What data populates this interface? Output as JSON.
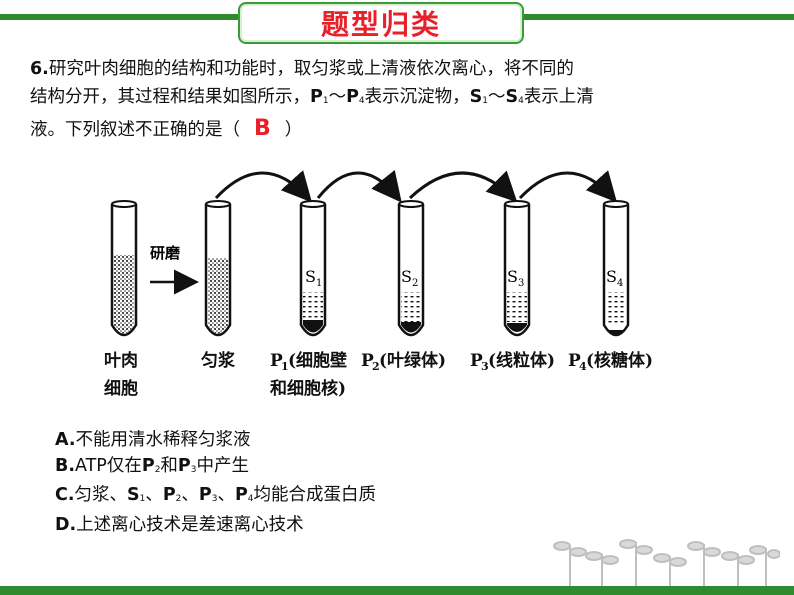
{
  "header": {
    "title": "题型归类"
  },
  "question": {
    "number": "6.",
    "line1": "研究叶肉细胞的结构和功能时，取匀浆或上清液依次离心，将不同的",
    "line2a": "结构分开，其过程和结果如图所示，",
    "p_letter": "P",
    "p1_sub": "1",
    "tilde1": "～",
    "p4_sub": "4",
    "mid": "表示沉淀物，",
    "s_letter": "S",
    "s1_sub": "1",
    "tilde2": "～",
    "s4_sub": "4",
    "end2": "表示上清",
    "line3a": "液。下列叙述不正确的是（",
    "answer": "B",
    "line3b": "）"
  },
  "diagram": {
    "grind_label": "研磨",
    "cell_label_1": "叶肉",
    "cell_label_2": "细胞",
    "homogenate_label": "匀浆",
    "p1_prefix": "P",
    "p1_sub": "1",
    "p1_text": "(细胞壁",
    "p1_text2": "和细胞核)",
    "p2_prefix": "P",
    "p2_sub": "2",
    "p2_text": "(叶绿体)",
    "p3_prefix": "P",
    "p3_sub": "3",
    "p3_text": "(线粒体)",
    "p4_prefix": "P",
    "p4_sub": "4",
    "p4_text": "(核糖体)",
    "s1": "S",
    "s1_sub": "1",
    "s2": "S",
    "s2_sub": "2",
    "s3": "S",
    "s3_sub": "3",
    "s4": "S",
    "s4_sub": "4"
  },
  "options": {
    "a_letter": "A.",
    "a_text": "不能用清水稀释匀浆液",
    "b_letter": "B.",
    "b_text1": "ATP仅在",
    "b_p": "P",
    "b_sub2": "2",
    "b_and": "和",
    "b_p3": "P",
    "b_sub3": "3",
    "b_text2": "中产生",
    "c_letter": "C.",
    "c_text1": "匀浆、",
    "c_s": "S",
    "c_s_sub": "1",
    "c_sep1": "、",
    "c_p2": "P",
    "c_p2_sub": "2",
    "c_sep2": "、",
    "c_p3": "P",
    "c_p3_sub": "3",
    "c_sep3": "、",
    "c_p4": "P",
    "c_p4_sub": "4",
    "c_text2": "均能合成蛋白质",
    "d_letter": "D.",
    "d_text": "上述离心技术是差速离心技术"
  },
  "colors": {
    "accent_green": "#2e8b2e",
    "answer_red": "#e8202a"
  }
}
